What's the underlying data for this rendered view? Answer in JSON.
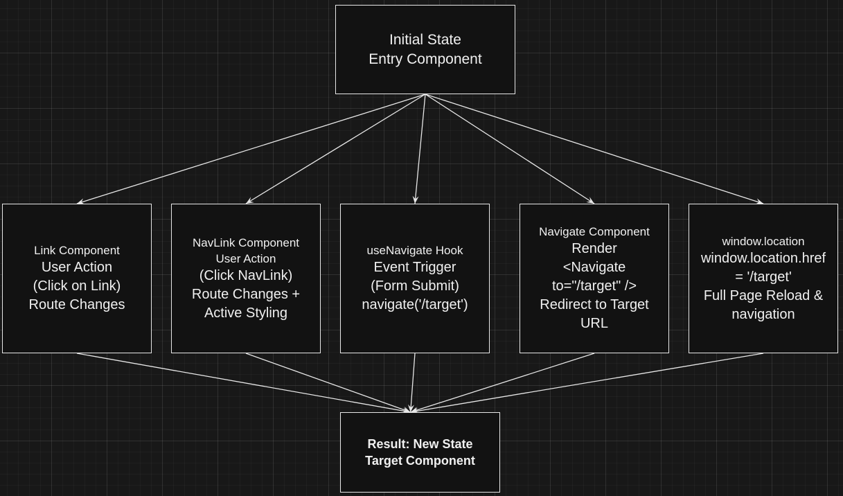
{
  "diagram": {
    "colors": {
      "background": "#181818",
      "node_fill": "#121212",
      "stroke": "#e8e8e8",
      "text": "#f0f0f0"
    },
    "nodes": {
      "initial": {
        "line1": "Initial State",
        "line2": "Entry Component"
      },
      "link": {
        "line1": "Link Component",
        "line2": "User Action",
        "line3": "(Click on Link)",
        "line4": "Route Changes"
      },
      "navlink": {
        "line1": "NavLink Component",
        "line2": "User Action",
        "line3": "(Click NavLink)",
        "line4": "Route Changes +",
        "line5": "Active Styling"
      },
      "usenavigate": {
        "line1": "useNavigate Hook",
        "line2": "Event Trigger",
        "line3": "(Form Submit)",
        "line4": "navigate('/target')"
      },
      "navigate_component": {
        "line1": "Navigate Component",
        "line2": "Render",
        "line3": "<Navigate",
        "line4": "to=\"/target\" />",
        "line5": "Redirect to Target",
        "line6": "URL"
      },
      "window_location": {
        "line1": "window.location",
        "line2": "window.location.href",
        "line3": "= '/target'",
        "line4": "Full Page Reload &",
        "line5": "navigation"
      },
      "result": {
        "line1": "Result: New State",
        "line2": "Target Component"
      }
    },
    "edges": [
      {
        "from": "initial",
        "to": "link"
      },
      {
        "from": "initial",
        "to": "navlink"
      },
      {
        "from": "initial",
        "to": "usenavigate"
      },
      {
        "from": "initial",
        "to": "navigate_component"
      },
      {
        "from": "initial",
        "to": "window_location"
      },
      {
        "from": "link",
        "to": "result"
      },
      {
        "from": "navlink",
        "to": "result"
      },
      {
        "from": "usenavigate",
        "to": "result"
      },
      {
        "from": "navigate_component",
        "to": "result"
      },
      {
        "from": "window_location",
        "to": "result"
      }
    ]
  }
}
